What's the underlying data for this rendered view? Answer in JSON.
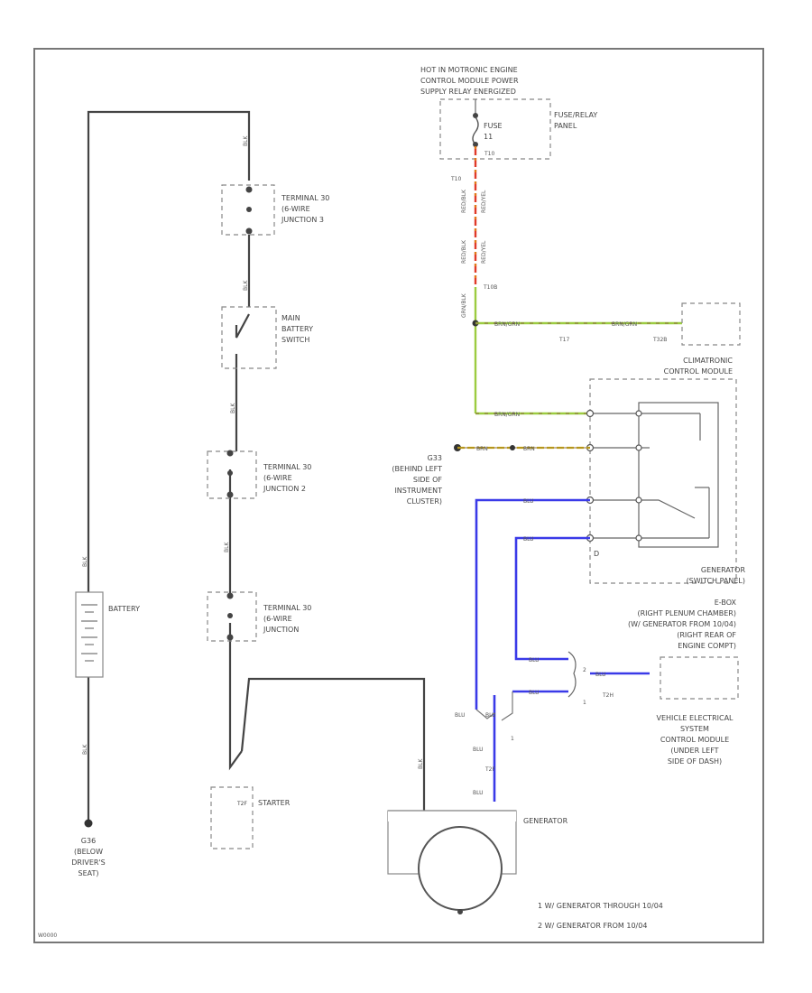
{
  "notes": {
    "hot_at": [
      "HOT IN MOTRONIC ENGINE",
      "CONTROL MODULE POWER",
      "SUPPLY RELAY ENERGIZED"
    ],
    "fuse": "FUSE",
    "fuse_relay_panel": [
      "FUSE/RELAY",
      "PANEL"
    ],
    "terminal_30_3": [
      "TERMINAL 30",
      "(6-WIRE",
      "JUNCTION 3"
    ],
    "main_battery_switch": [
      "MAIN",
      "BATTERY",
      "SWITCH"
    ],
    "terminal_30_2": [
      "TERMINAL 30",
      "(6-WIRE",
      "JUNCTION 2"
    ],
    "terminal_30_1": [
      "TERMINAL 30",
      "(6-WIRE",
      "JUNCTION"
    ],
    "battery": "BATTERY",
    "g_left": [
      "G36",
      "(BELOW",
      "DRIVER'S",
      "SEAT)"
    ],
    "starter": "STARTER",
    "generator": "GENERATOR",
    "g_instrument": [
      "G33",
      "(BEHIND LEFT",
      "SIDE OF",
      "INSTRUMENT",
      "CLUSTER)"
    ],
    "climatronic": [
      "CLIMATRONIC",
      "CONTROL MODULE"
    ],
    "generator_switch": [
      "GENERATOR",
      "(SWITCH PANEL)"
    ],
    "ebox": [
      "E-BOX",
      "(RIGHT PLENUM CHAMBER)",
      "(W/ GENERATOR FROM 10/04)",
      "(RIGHT REAR OF",
      "ENGINE COMPT)"
    ],
    "vehicle_electrical": [
      "VEHICLE ELECTRICAL",
      "SYSTEM",
      "CONTROL MODULE",
      "(UNDER LEFT",
      "SIDE OF DASH)"
    ],
    "footnote_1": "1   W/ GENERATOR THROUGH 10/04",
    "footnote_2": "2   W/ GENERATOR FROM 10/04",
    "corner_id": "W0000"
  },
  "wires": {
    "red_blk": "RED/BLK",
    "red_yel": "RED/YEL",
    "grn_blk": "GRN/BLK",
    "brn_grn": "BRN/GRN",
    "brn": "BRN",
    "blu": "BLU",
    "blk": "BLK"
  },
  "connectors": {
    "t10": "T10",
    "t10b": "T10B",
    "t17": "T17",
    "t32b": "T32B",
    "t2h": "T2H",
    "t2f": "T2F"
  },
  "pins": {
    "fuse_num": "11",
    "d": "D",
    "markers": [
      "1",
      "2",
      "1",
      "2"
    ]
  },
  "colors": {
    "wire_black": "#444444",
    "wire_red": "#e03a2a",
    "wire_yellow": "#e0c000",
    "wire_green": "#9ccc40",
    "wire_brown": "#8a6a3a",
    "wire_blue": "#3a3ae8",
    "component_outline": "#888888"
  }
}
